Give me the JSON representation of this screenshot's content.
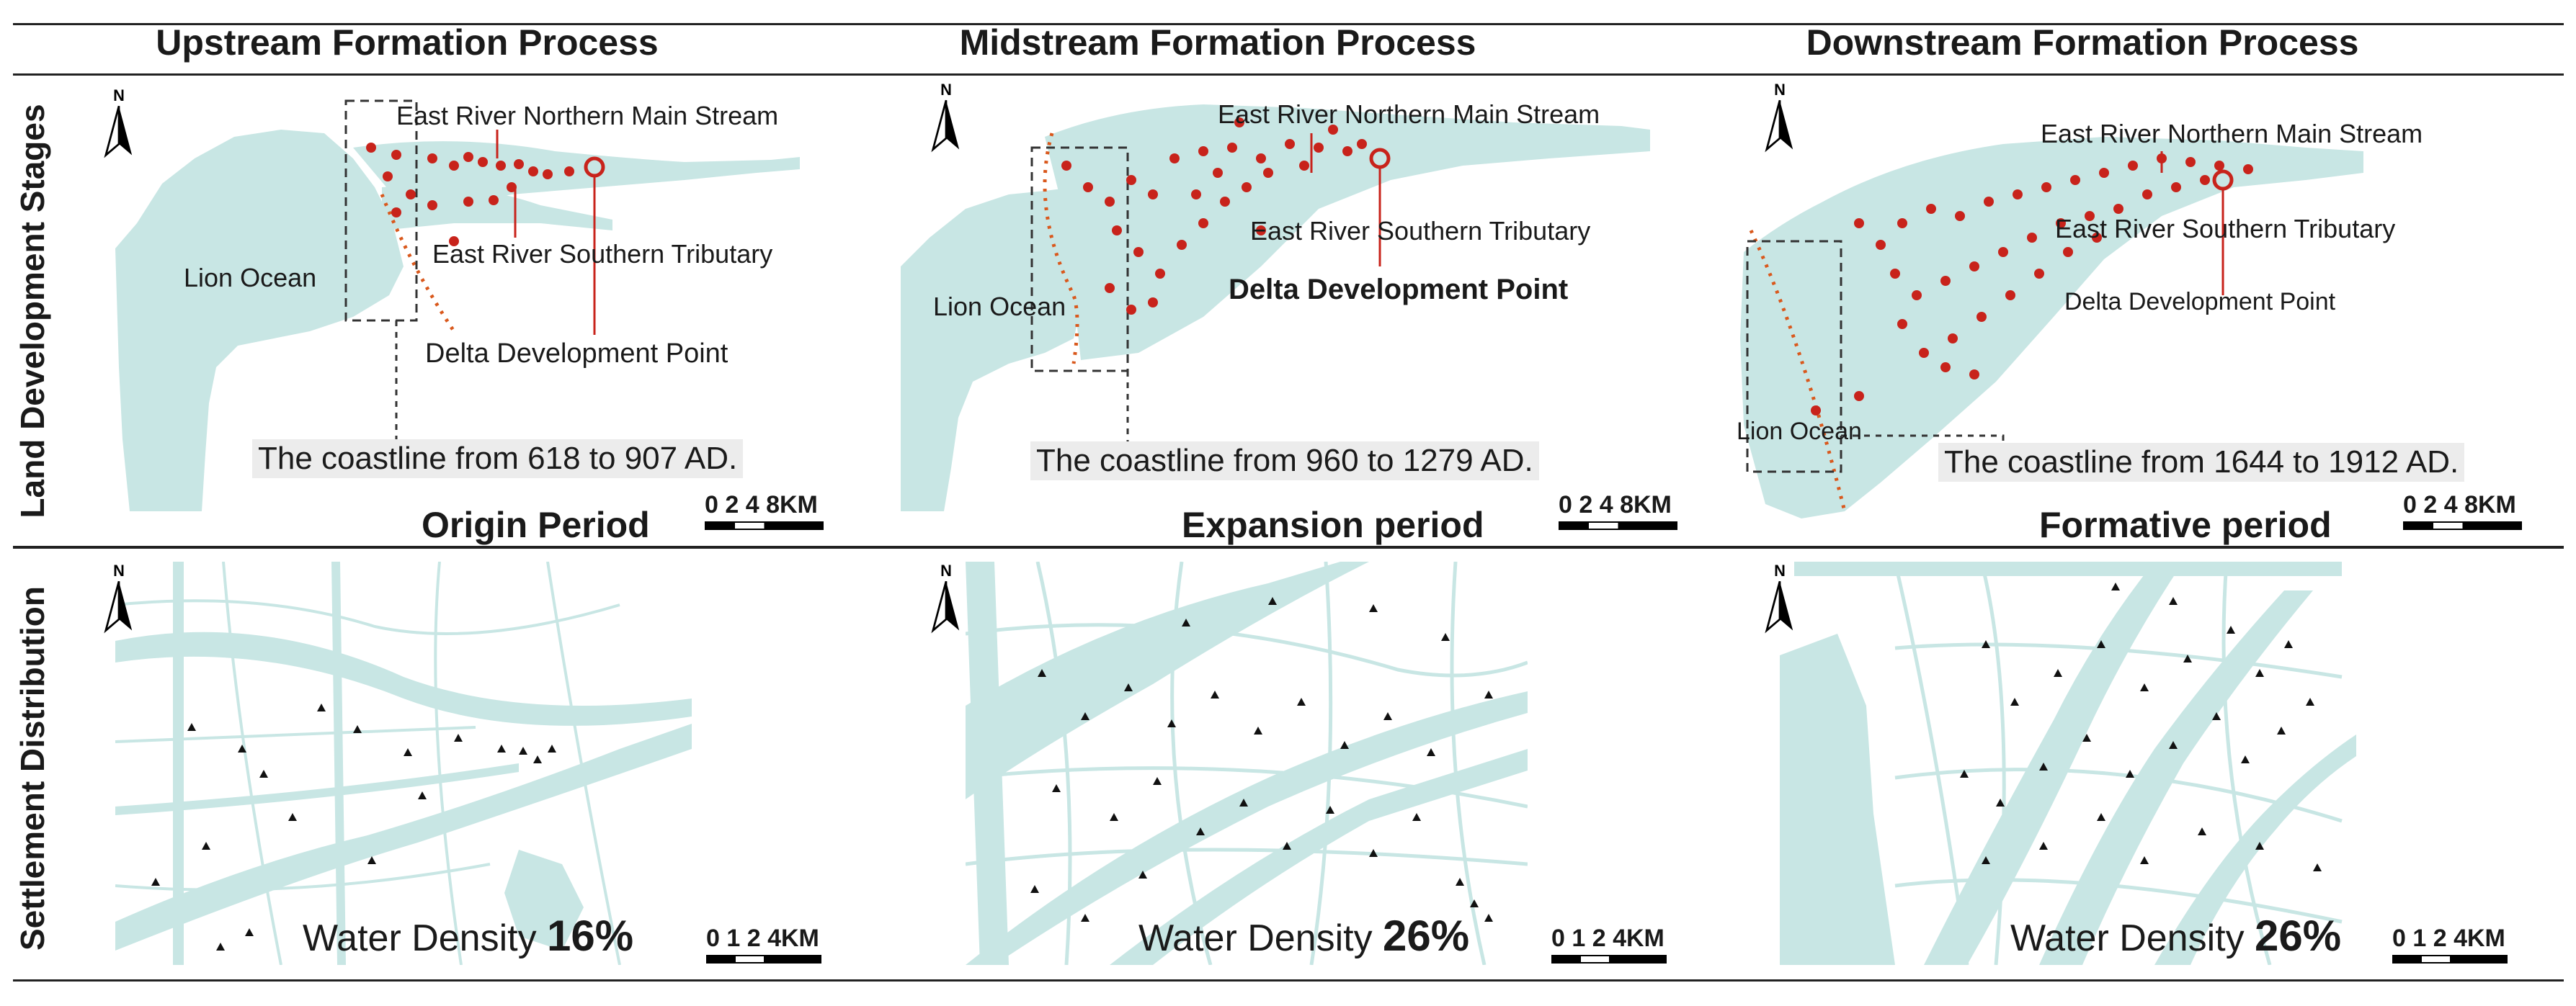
{
  "columns": [
    {
      "title": "Upstream Formation Process",
      "period": "Origin Period",
      "coastline": "The coastline from 618 to 907 AD.",
      "density_label": "Water Density",
      "density_value": "16%",
      "scale_top": "0 2  4     8KM",
      "scale_bottom": "0 1 2  4KM"
    },
    {
      "title": "Midstream Formation Process",
      "period": "Expansion period",
      "coastline": "The coastline from 960 to 1279 AD.",
      "density_label": "Water Density",
      "density_value": "26%",
      "scale_top": "0 2  4     8KM",
      "scale_bottom": "0 1 2  4KM"
    },
    {
      "title": "Downstream Formation Process",
      "period": "Formative period",
      "coastline": "The coastline from 1644 to 1912 AD.",
      "density_label": "Water Density",
      "density_value": "26%",
      "scale_top": "0 2  4     8KM",
      "scale_bottom": "0 1 2  4KM"
    }
  ],
  "rows": {
    "top": "Land Development Stages",
    "bottom": "Settlement Distribution"
  },
  "labels": {
    "north": "N",
    "ocean": "Lion Ocean",
    "main_stream": "East River Northern Main Stream",
    "southern_tributary": "East River Southern Tributary",
    "delta_point_1": "Delta Development Point",
    "delta_point_2": "Delta Development Point",
    "delta_point_3": "Delta  Development Point"
  },
  "colors": {
    "water": "#c8e6e4",
    "settlement_dot": "#c8231b",
    "coastline_line": "#d9581c",
    "village_marker": "#111111"
  }
}
